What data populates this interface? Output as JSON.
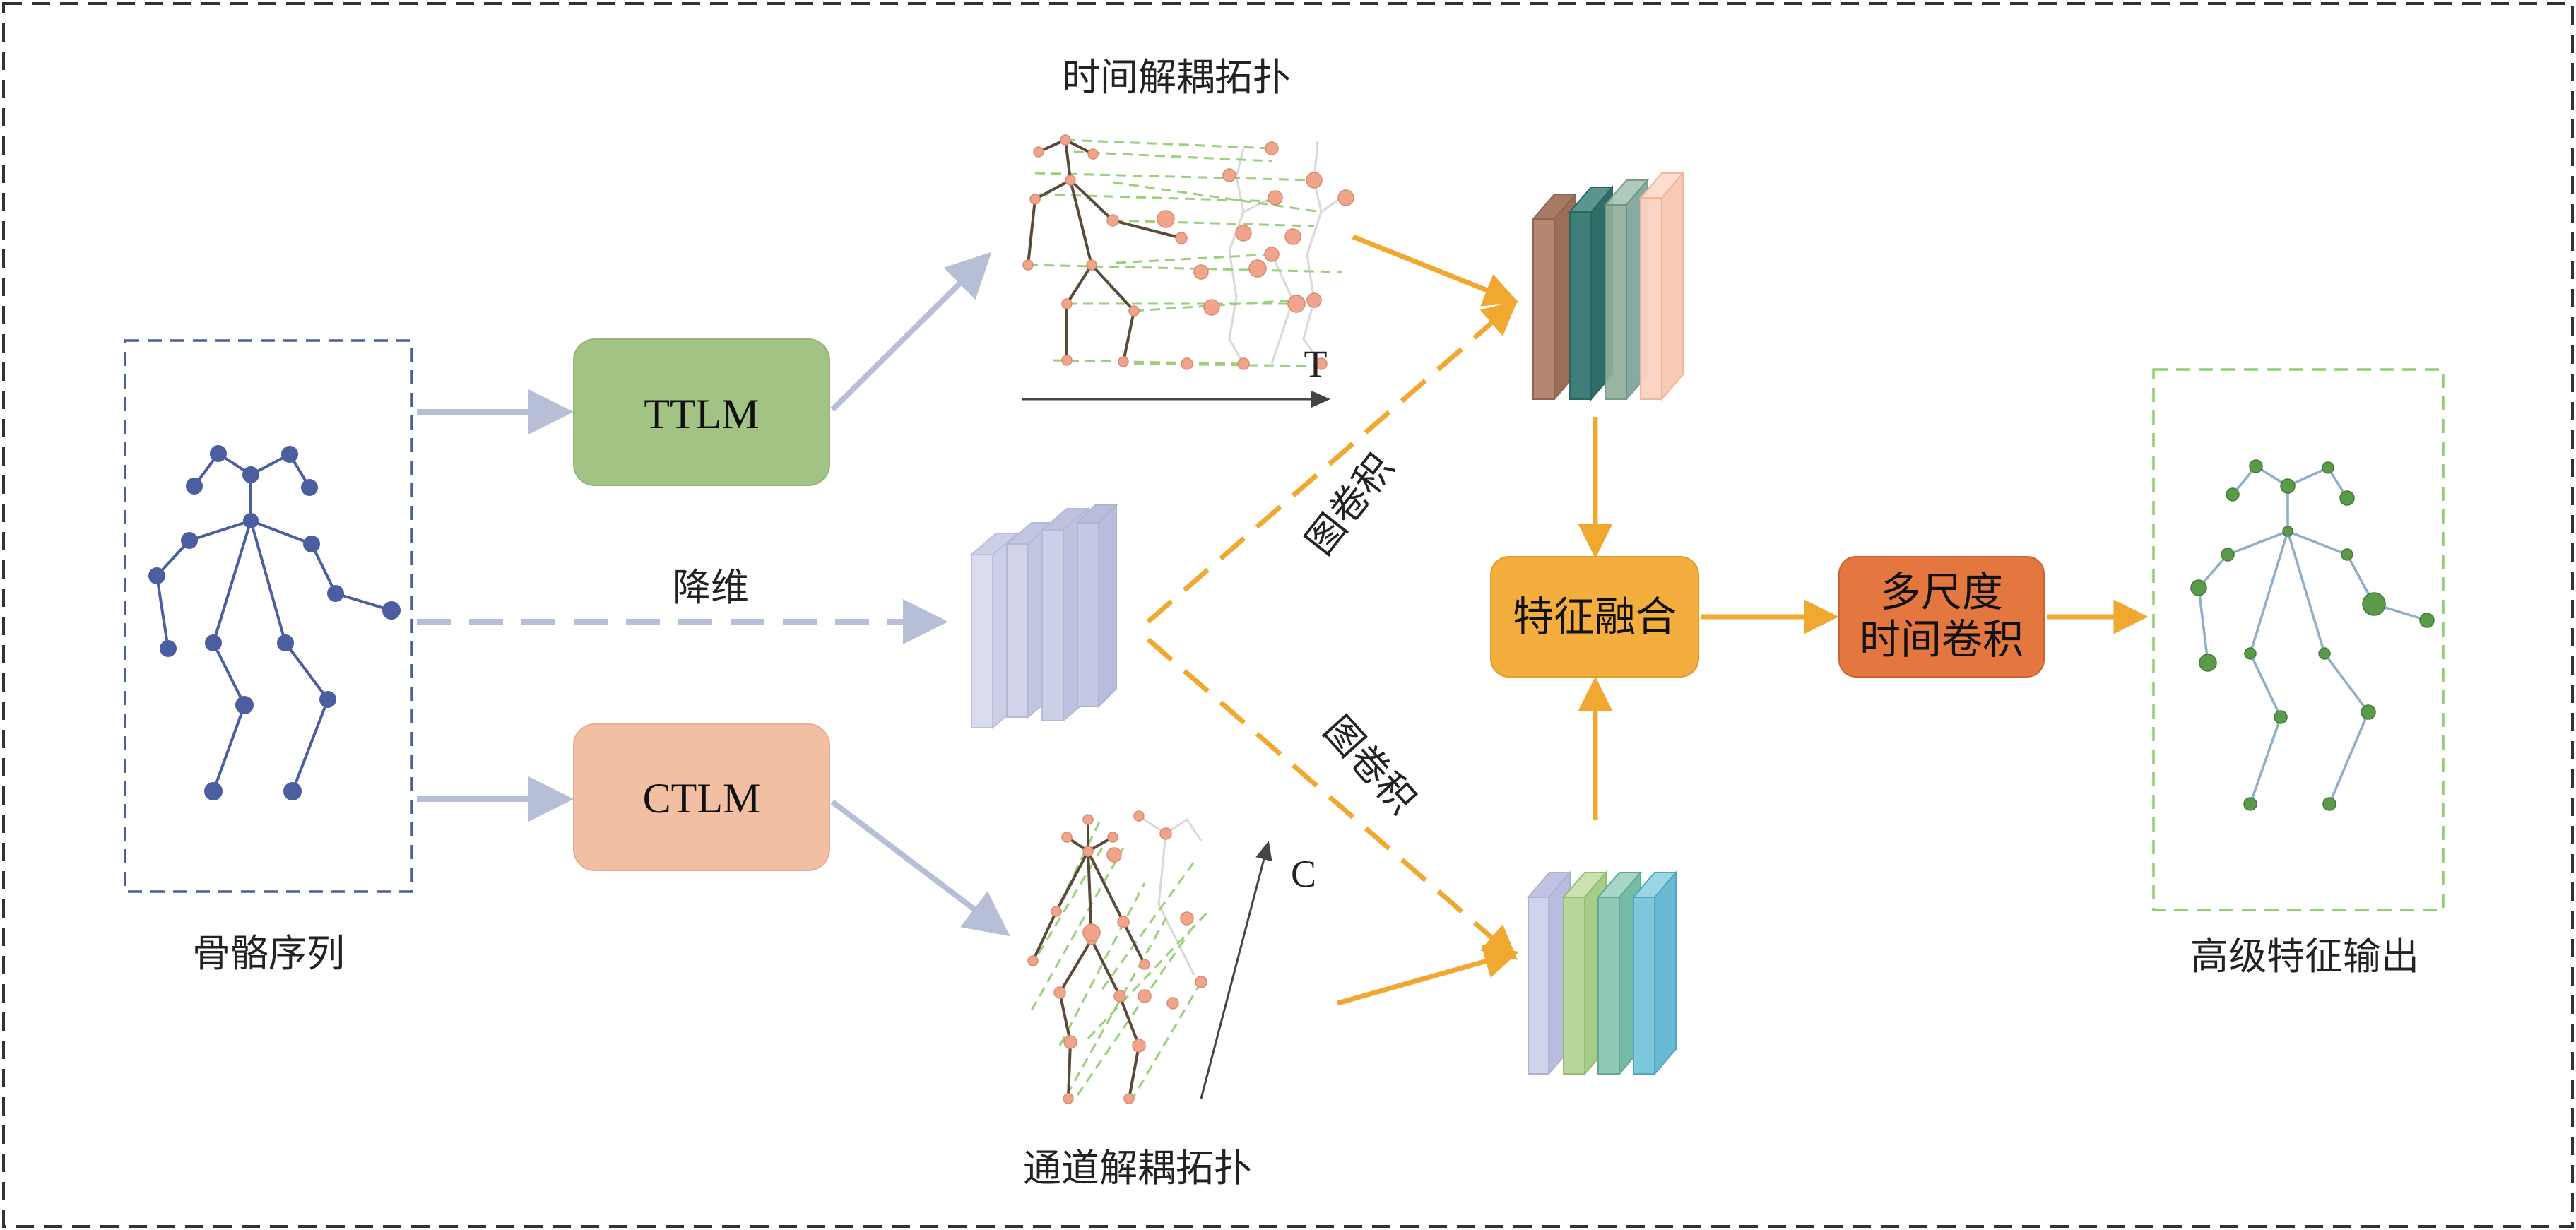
{
  "labels": {
    "skeleton_sequence": "骨骼序列",
    "high_level_output": "高级特征输出",
    "temporal_topology": "时间解耦拓扑",
    "channel_topology": "通道解耦拓扑",
    "dim_reduction": "降维",
    "graph_conv_upper": "图卷积",
    "graph_conv_lower": "图卷积",
    "axis_t": "T",
    "axis_c": "C"
  },
  "boxes": {
    "ttlm": "TTLM",
    "ctlm": "CTLM",
    "fusion": "特征融合",
    "mstc_line1": "多尺度",
    "mstc_line2": "时间卷积"
  },
  "colors": {
    "ttlm_fill": "#a2c384",
    "ctlm_fill": "#f2bfa2",
    "fusion_fill": "#f3ae3e",
    "mstc_fill": "#e4773f",
    "gray_arrow": "#b6bfd6",
    "orange_arrow": "#f0a830",
    "skeleton_blue": "#4a5ea0",
    "skeleton_green": "#5a9a48",
    "border_dash": "#333333"
  }
}
